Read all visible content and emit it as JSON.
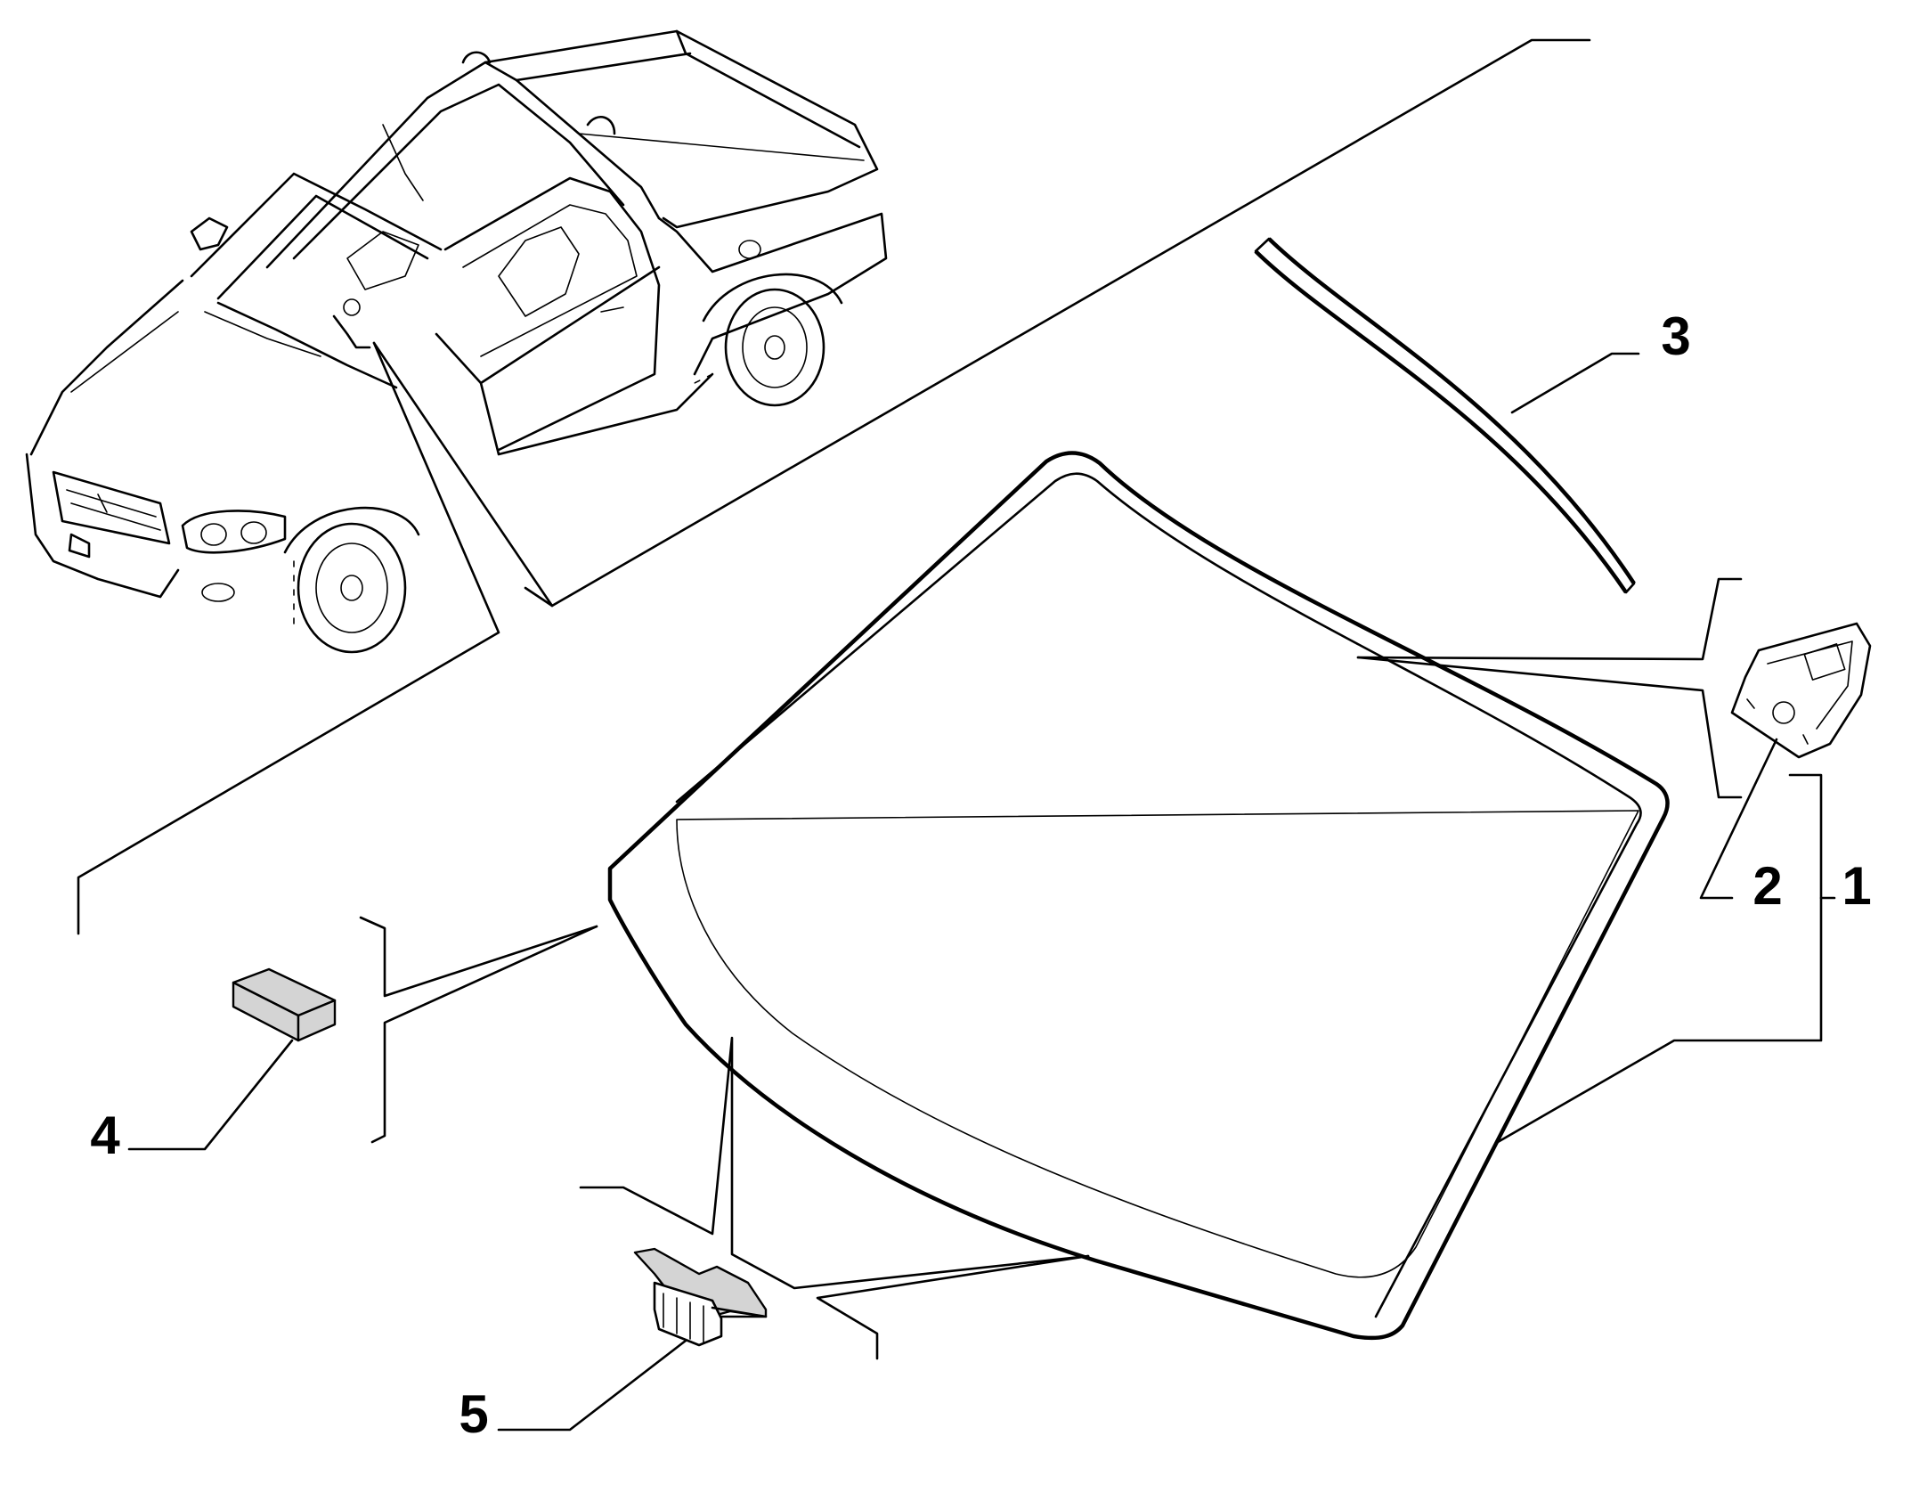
{
  "callouts": [
    {
      "number": "1",
      "part": "windshield"
    },
    {
      "number": "2",
      "part": "mirror-mount-bracket"
    },
    {
      "number": "3",
      "part": "upper-seal-strip"
    },
    {
      "number": "4",
      "part": "spacer-pad"
    },
    {
      "number": "5",
      "part": "retaining-clip"
    }
  ]
}
